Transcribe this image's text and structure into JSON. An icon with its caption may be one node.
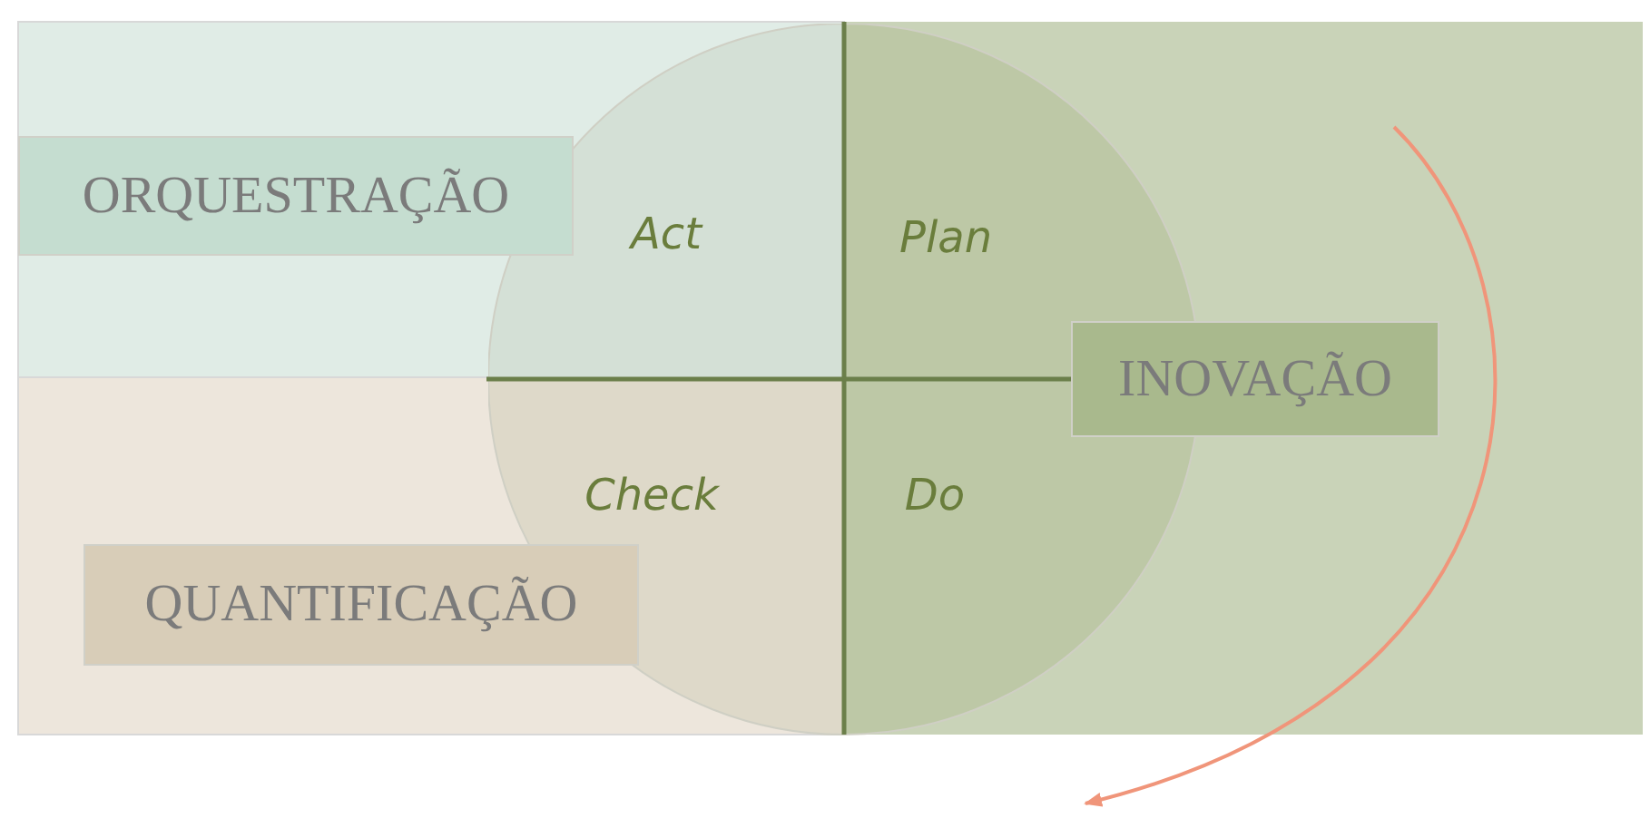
{
  "diagram": {
    "nodes": [
      {
        "text": [
          "ORQUESTRAÇÃO"
        ]
      },
      {
        "text": [
          "Act"
        ]
      },
      {
        "text": [
          "Plan"
        ]
      },
      {
        "text": [
          "INOVAÇÃO"
        ]
      },
      {
        "text": [
          "Check"
        ]
      },
      {
        "text": [
          "Do"
        ]
      },
      {
        "text": [
          "QUANTIFICAÇÃO"
        ]
      }
    ]
  }
}
